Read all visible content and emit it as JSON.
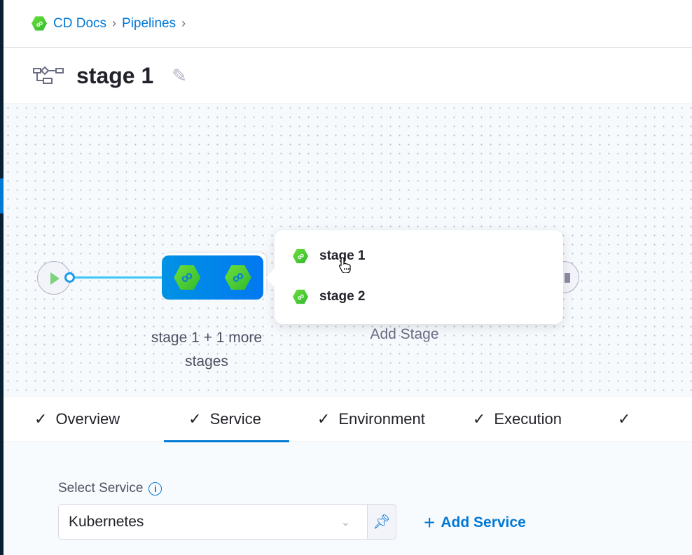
{
  "breadcrumb": {
    "items": [
      "CD Docs",
      "Pipelines"
    ]
  },
  "header": {
    "title": "stage 1"
  },
  "pipeline": {
    "group_label": "stage 1 + 1 more stages",
    "add_stage_label": "Add Stage"
  },
  "popover": {
    "items": [
      "stage 1",
      "stage 2"
    ]
  },
  "tabs": [
    {
      "label": "Overview"
    },
    {
      "label": "Service",
      "active": true
    },
    {
      "label": "Environment"
    },
    {
      "label": "Execution"
    }
  ],
  "service": {
    "label": "Select Service",
    "value": "Kubernetes",
    "add_label": "Add Service"
  },
  "colors": {
    "accent": "#0278d5",
    "stage_green": "#4cce3a",
    "group_blue": "#0286e8"
  }
}
